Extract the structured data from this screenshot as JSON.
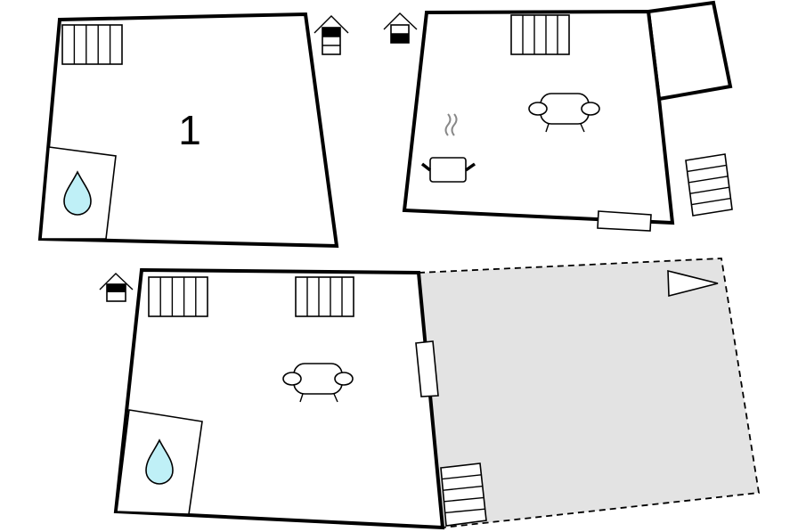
{
  "floors": [
    {
      "id": "floor-1",
      "label": "1"
    },
    {
      "id": "floor-2",
      "label": ""
    },
    {
      "id": "floor-3",
      "label": ""
    }
  ],
  "icons": {
    "radiator": "radiator-icon",
    "bathroom": "water-drop-icon",
    "sofa": "sofa-icon",
    "kitchen": "cooking-pot-icon",
    "stairs": "stairs-icon",
    "floor_indicator": "house-floor-icon",
    "door": "door-icon",
    "terrace_direction": "triangle-flag-icon"
  },
  "colors": {
    "wall": "#000000",
    "background": "#ffffff",
    "water": "#bff0f7",
    "terrace": "#e3e3e3",
    "steam": "#888888"
  },
  "terrace": {
    "style": "dashed"
  }
}
